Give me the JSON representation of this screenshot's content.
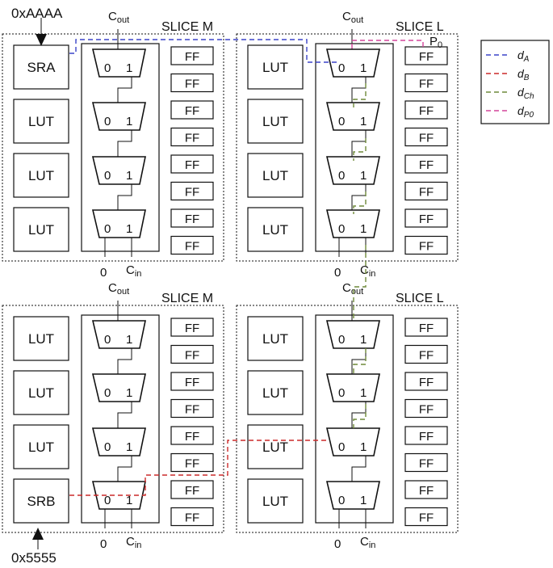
{
  "inputs": {
    "top_value": "0xAAAA",
    "bottom_value": "0x5555"
  },
  "slices": [
    {
      "title": "SLICE M",
      "blocks": [
        "SRA",
        "LUT",
        "LUT",
        "LUT"
      ],
      "mux_labels": [
        "0",
        "1"
      ],
      "ff_label": "FF",
      "cout": "C",
      "cout_sub": "out",
      "zero": "0",
      "cin": "C",
      "cin_sub": "in"
    },
    {
      "title": "SLICE L",
      "blocks": [
        "LUT",
        "LUT",
        "LUT",
        "LUT"
      ],
      "mux_labels": [
        "0",
        "1"
      ],
      "ff_label": "FF",
      "cout": "C",
      "cout_sub": "out",
      "zero": "0",
      "cin": "C",
      "cin_sub": "in",
      "extra": "P",
      "extra_sub": "0"
    },
    {
      "title": "SLICE M",
      "blocks": [
        "LUT",
        "LUT",
        "LUT",
        "SRB"
      ],
      "mux_labels": [
        "0",
        "1"
      ],
      "ff_label": "FF",
      "cout": "C",
      "cout_sub": "out",
      "zero": "0",
      "cin": "C",
      "cin_sub": "in"
    },
    {
      "title": "SLICE L",
      "blocks": [
        "LUT",
        "LUT",
        "LUT",
        "LUT"
      ],
      "mux_labels": [
        "0",
        "1"
      ],
      "ff_label": "FF",
      "cout": "C",
      "cout_sub": "out",
      "zero": "0",
      "cin": "C",
      "cin_sub": "in"
    }
  ],
  "legend": [
    {
      "main": "d",
      "sub": "A",
      "color": "#3b44c8"
    },
    {
      "main": "d",
      "sub": "B",
      "color": "#cc2a2a"
    },
    {
      "main": "d",
      "sub": "Ch",
      "color": "#6f8a3a"
    },
    {
      "main": "d",
      "sub": "P0",
      "color": "#d3459a"
    }
  ]
}
